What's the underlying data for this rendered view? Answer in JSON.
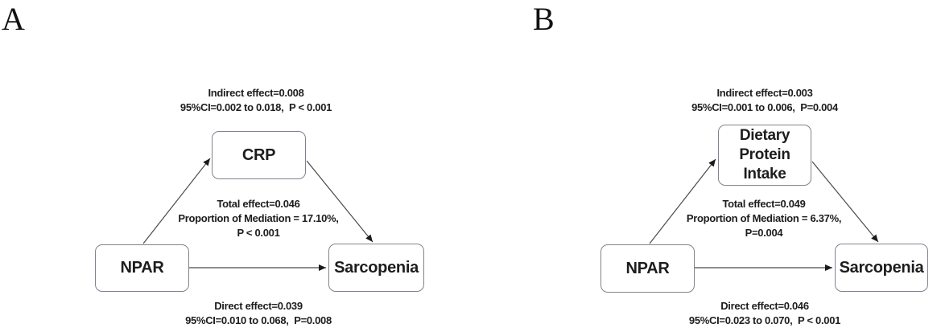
{
  "figure": {
    "type": "mediation-path-diagram",
    "colors": {
      "box_border": "#82828e",
      "arrow_line": "#4a4a4a",
      "arrow_head": "#1a1a1a",
      "text": "#1d1d1d",
      "background": "#ffffff"
    },
    "panels": [
      {
        "label": "A",
        "exposure": "NPAR",
        "mediator": "CRP",
        "outcome": "Sarcopenia",
        "indirect": {
          "line1": "Indirect effect=0.008",
          "line2": "95%CI=0.002 to 0.018,  P < 0.001"
        },
        "total": {
          "line1": "Total effect=0.046",
          "line2": "Proportion of Mediation = 17.10%,",
          "line3": "P < 0.001"
        },
        "direct": {
          "line1": "Direct effect=0.039",
          "line2": "95%CI=0.010 to 0.068,  P=0.008"
        }
      },
      {
        "label": "B",
        "exposure": "NPAR",
        "mediator": "Dietary Protein Intake",
        "outcome": "Sarcopenia",
        "indirect": {
          "line1": "Indirect effect=0.003",
          "line2": "95%CI=0.001 to 0.006,  P=0.004"
        },
        "total": {
          "line1": "Total effect=0.049",
          "line2": "Proportion of Mediation = 6.37%,",
          "line3": "P=0.004"
        },
        "direct": {
          "line1": "Direct effect=0.046",
          "line2": "95%CI=0.023 to 0.070,  P < 0.001"
        }
      }
    ]
  }
}
